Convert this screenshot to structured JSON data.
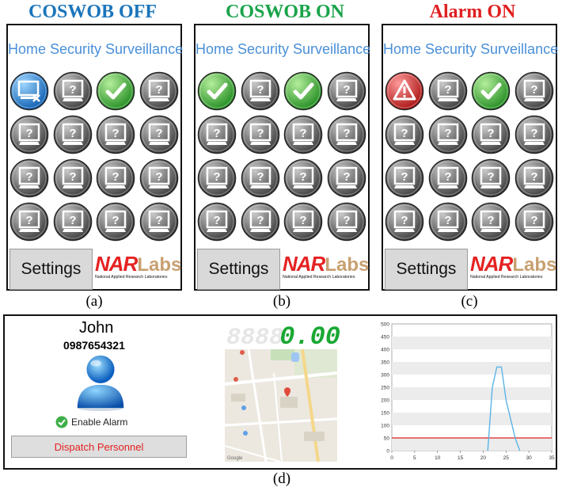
{
  "panels": [
    {
      "heading": "COSWOB OFF",
      "heading_color": "#1b75bb",
      "app_title": "Home Security Surveillance",
      "caption": "(a)",
      "cameras": [
        "offline",
        "unknown",
        "ok",
        "unknown",
        "unknown",
        "unknown",
        "unknown",
        "unknown",
        "unknown",
        "unknown",
        "unknown",
        "unknown",
        "unknown",
        "unknown",
        "unknown",
        "unknown"
      ]
    },
    {
      "heading": "COSWOB ON",
      "heading_color": "#1aa34a",
      "app_title": "Home Security Surveillance",
      "caption": "(b)",
      "cameras": [
        "ok",
        "unknown",
        "ok",
        "unknown",
        "unknown",
        "unknown",
        "unknown",
        "unknown",
        "unknown",
        "unknown",
        "unknown",
        "unknown",
        "unknown",
        "unknown",
        "unknown",
        "unknown"
      ]
    },
    {
      "heading": "Alarm ON",
      "heading_color": "#e02020",
      "app_title": "Home Security Surveillance",
      "caption": "(c)",
      "cameras": [
        "alarm",
        "unknown",
        "ok",
        "unknown",
        "unknown",
        "unknown",
        "unknown",
        "unknown",
        "unknown",
        "unknown",
        "unknown",
        "unknown",
        "unknown",
        "unknown",
        "unknown",
        "unknown"
      ]
    }
  ],
  "settings_label": "Settings",
  "logo": {
    "nar": "NAR",
    "labs": "Labs",
    "subtitle": "National Applied Research Laboratories"
  },
  "dispatch_panel": {
    "user_name": "John",
    "phone_number": "0987654321",
    "enable_alarm_label": "Enable Alarm",
    "dispatch_button": "Dispatch Personnel",
    "caption": "(d)"
  },
  "display": {
    "inactive": "8888",
    "value": "0.00",
    "color": "#1aa834"
  },
  "map": {
    "attribution": "Google"
  },
  "chart_data": {
    "type": "line",
    "title": "",
    "xlabel": "",
    "ylabel": "",
    "xlim": [
      0,
      35
    ],
    "ylim": [
      0,
      500
    ],
    "x_ticks": [
      0,
      5,
      10,
      15,
      20,
      25,
      30,
      35
    ],
    "y_ticks": [
      0,
      50,
      100,
      150,
      200,
      250,
      300,
      350,
      400,
      450,
      500
    ],
    "threshold": 50,
    "threshold_color": "#e02020",
    "series": [
      {
        "color": "#5ab4e6",
        "points": [
          [
            21,
            0
          ],
          [
            22,
            250
          ],
          [
            23,
            330
          ],
          [
            24,
            330
          ],
          [
            25,
            200
          ],
          [
            27,
            50
          ],
          [
            28,
            0
          ]
        ]
      }
    ]
  }
}
